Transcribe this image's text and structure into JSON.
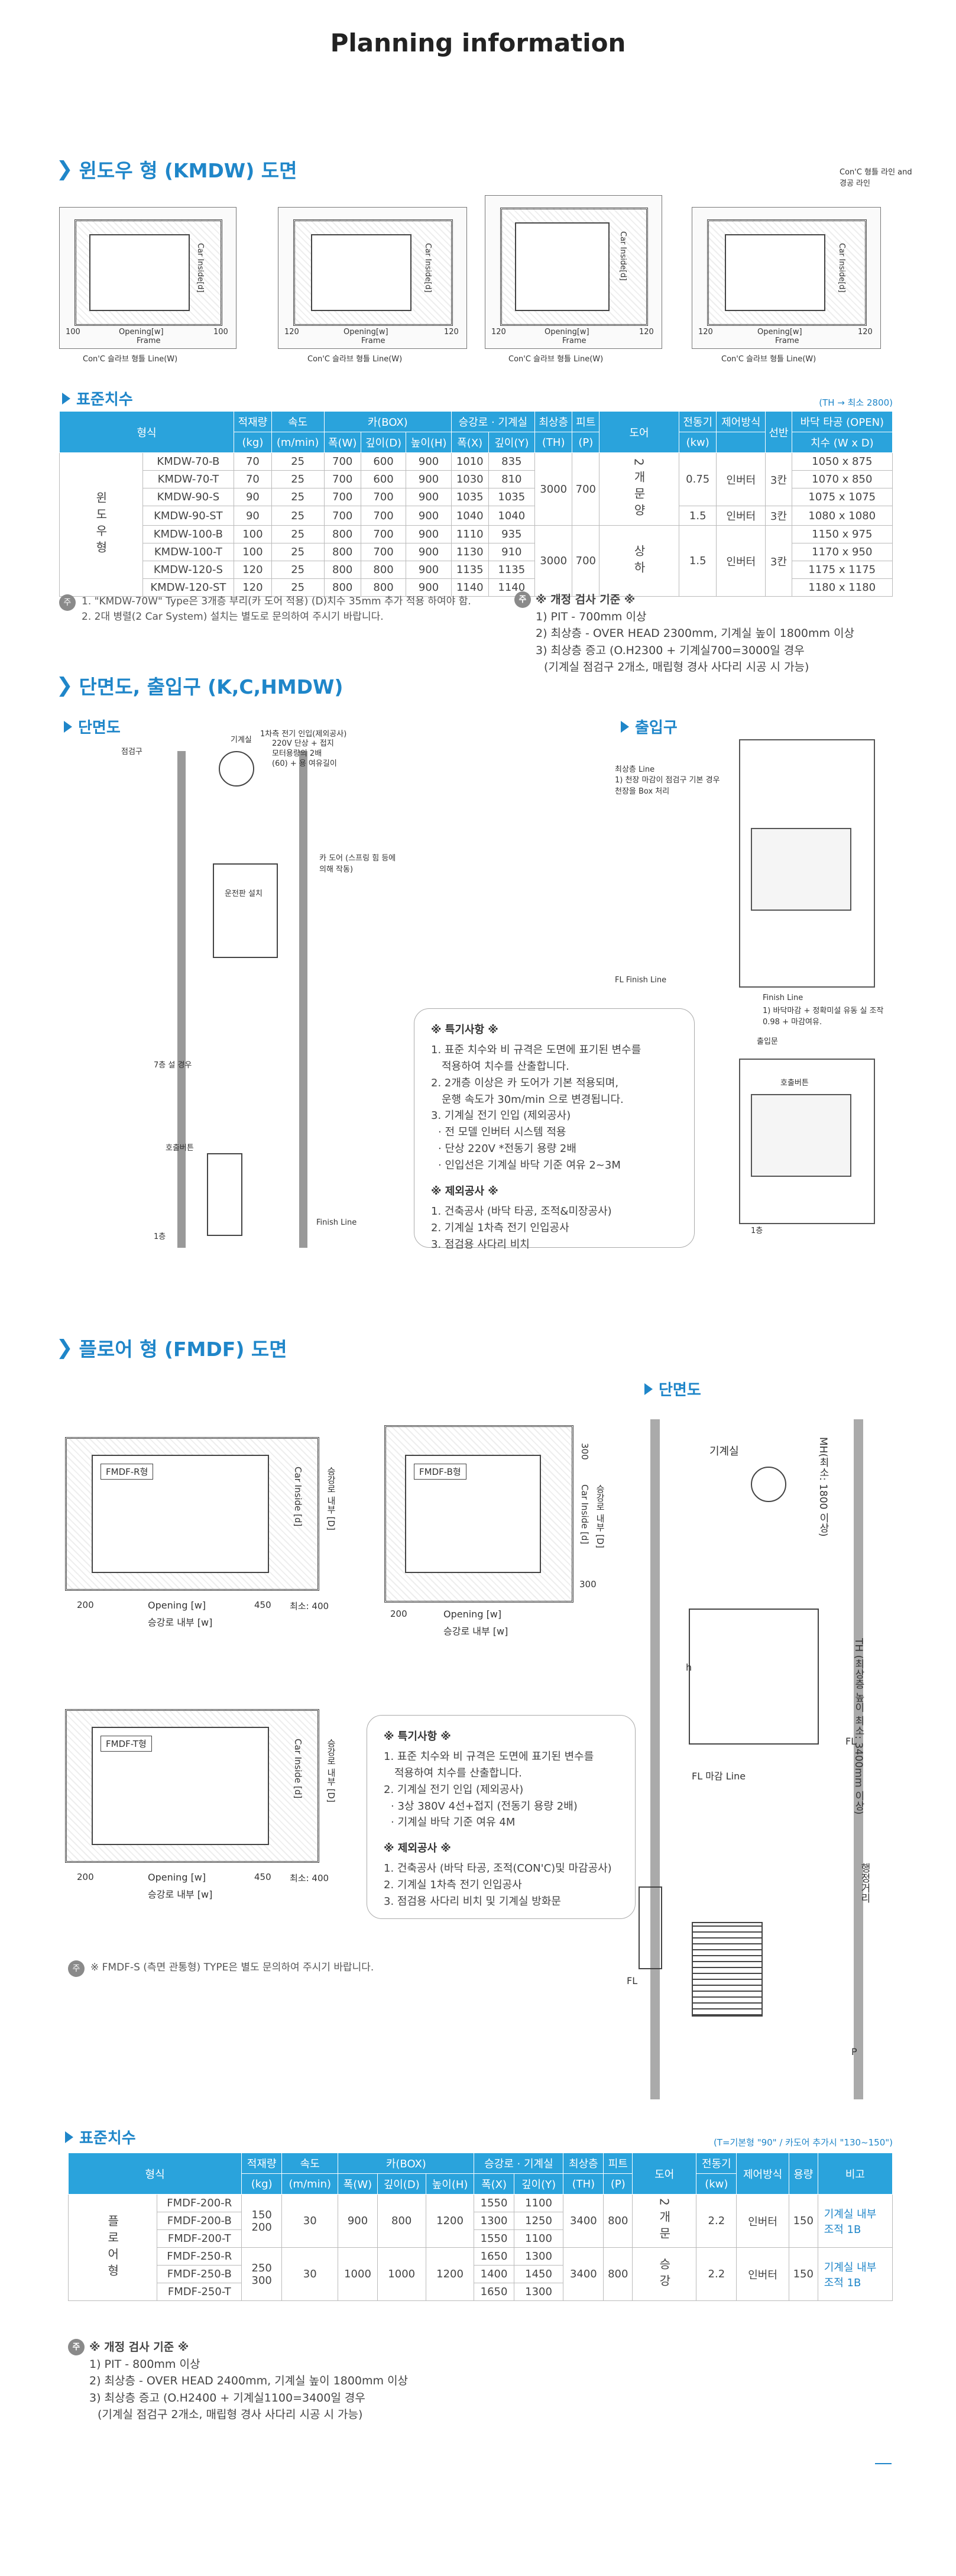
{
  "page_title": "Planning information",
  "kmdw": {
    "section_title": "윈도우 형 (KMDW) 도면",
    "drawings": [
      {
        "frame": "Frame",
        "line": "Con'C 슬라브 형틀 Line(W)",
        "opening": "Opening[w]",
        "dim_left": "100",
        "dim_right": "100",
        "inside": "Car Inside[d]"
      },
      {
        "frame": "Frame",
        "line": "Con'C 슬라브 형틀 Line(W)",
        "opening": "Opening[w]",
        "dim_left": "120",
        "dim_right": "120",
        "inside": "Car Inside[d]"
      },
      {
        "frame": "Frame",
        "line": "Con'C 슬라브 형틀 Line(W)",
        "opening": "Opening[w]",
        "dim_left": "120",
        "dim_right": "120",
        "inside": "Car Inside[d]"
      },
      {
        "frame": "Frame",
        "line": "Con'C 슬라브 형틀 Line(W)",
        "opening": "Opening[w]",
        "dim_left": "120",
        "dim_right": "120",
        "inside": "Car Inside[d]",
        "top_note": "Con'C 형틀 라인 and 경공 라인"
      }
    ],
    "table_title": "표준치수",
    "table_note": "(TH → 최소 2800)",
    "headers": {
      "type": "형식",
      "capacity": "적재량",
      "capacity_unit": "(kg)",
      "speed": "속도",
      "speed_unit": "(m/min)",
      "car": "카(BOX)",
      "car_w": "폭(W)",
      "car_d": "깊이(D)",
      "car_h": "높이(H)",
      "hoist": "승강로 · 기계실",
      "hoist_x": "폭(X)",
      "hoist_y": "깊이(Y)",
      "top": "최상층",
      "top_unit": "(TH)",
      "pit": "피트",
      "pit_unit": "(P)",
      "door": "도어",
      "motor": "전동기",
      "motor_unit": "(kw)",
      "control": "제어방식",
      "shelf": "선반",
      "opening": "바닥 타공 (OPEN)",
      "opening_unit": "치수 (W x D)"
    },
    "side_label": "윈도우형",
    "door_top": "2개문양",
    "door_bottom": "상하",
    "rows": [
      {
        "model": "KMDW-70-B",
        "cap": "70",
        "spd": "25",
        "w": "700",
        "d": "600",
        "h": "900",
        "x": "1010",
        "y": "835",
        "open": "1050 x 875"
      },
      {
        "model": "KMDW-70-T",
        "cap": "70",
        "spd": "25",
        "w": "700",
        "d": "600",
        "h": "900",
        "x": "1030",
        "y": "810",
        "open": "1070 x 850"
      },
      {
        "model": "KMDW-90-S",
        "cap": "90",
        "spd": "25",
        "w": "700",
        "d": "700",
        "h": "900",
        "x": "1035",
        "y": "1035",
        "open": "1075 x 1075"
      },
      {
        "model": "KMDW-90-ST",
        "cap": "90",
        "spd": "25",
        "w": "700",
        "d": "700",
        "h": "900",
        "x": "1040",
        "y": "1040",
        "open": "1080 x 1080"
      },
      {
        "model": "KMDW-100-B",
        "cap": "100",
        "spd": "25",
        "w": "800",
        "d": "700",
        "h": "900",
        "x": "1110",
        "y": "935",
        "open": "1150 x 975"
      },
      {
        "model": "KMDW-100-T",
        "cap": "100",
        "spd": "25",
        "w": "800",
        "d": "700",
        "h": "900",
        "x": "1130",
        "y": "910",
        "open": "1170 x 950"
      },
      {
        "model": "KMDW-120-S",
        "cap": "120",
        "spd": "25",
        "w": "800",
        "d": "800",
        "h": "900",
        "x": "1135",
        "y": "1135",
        "open": "1175 x 1175"
      },
      {
        "model": "KMDW-120-ST",
        "cap": "120",
        "spd": "25",
        "w": "800",
        "d": "800",
        "h": "900",
        "x": "1140",
        "y": "1140",
        "open": "1180 x 1180"
      }
    ],
    "group1": {
      "th": "3000",
      "pit": "700",
      "motor_a": "0.75",
      "control_a": "인버터",
      "shelf_a": "3칸",
      "motor_b": "1.5",
      "control_b": "인버터",
      "shelf_b": "3칸"
    },
    "group2": {
      "th": "3000",
      "pit": "700",
      "motor": "1.5",
      "control": "인버터",
      "shelf": "3칸"
    },
    "footnotes": [
      "1. \"KMDW-70W\" Type은 3개층 부리(카 도어 적용) (D)치수 35mm 추가 적용 하여야 함.",
      "2. 2대 병렬(2 Car System) 설치는 별도로 문의하여 주시기 바랍니다."
    ],
    "inspect_title": "※ 개정 검사 기준 ※",
    "inspect": [
      "1) PIT - 700mm 이상",
      "2) 최상층 - OVER HEAD 2300mm, 기계실 높이 1800mm 이상",
      "3) 최상층 증고 (O.H2300 + 기계실700=3000일 경우",
      "(기계실 점검구 2개소, 매립형 경사 사다리 시공 시 가능)"
    ]
  },
  "section2": {
    "section_title": "단면도, 출입구 (K,C,HMDW)",
    "left_title": "단면도",
    "right_title": "출입구",
    "labels": {
      "machine": "기계실",
      "inspection": "점검구",
      "fl_finish": "FL Finish Line",
      "finish_line": "Finish Line",
      "control_note": "1차측 전기 인입(제외공사)",
      "control_items": [
        "220V 단상 + 접지",
        "모터용량의 2배",
        "(60) + 용 여유길이"
      ],
      "door_note": "카 도어 (스프링 힘 등에 의해 작동)",
      "control_panel": "운전판 설치",
      "call_btn": "호출버튼",
      "seventh": "7층 설 경우",
      "first": "1층",
      "top_line": "최상층 Line",
      "top_note": "1) 천장 마감이 점검구 기본 경우 천장을 Box 처리",
      "ofw": "출입문",
      "finish_note": "1) 바닥마감 + 정확미설 유동 실 조작 0.98 + 마감여유."
    },
    "special_title": "※ 특기사항 ※",
    "special": [
      "1. 표준 치수와 비 규격은 도면에 표기된 변수를",
      "적용하여 치수를 산출합니다.",
      "2. 2개층 이상은 카 도어가 기본 적용되며,",
      "운행 속도가 30m/min 으로 변경됩니다.",
      "3. 기계실 전기 인입 (제외공사)",
      "· 전 모델 인버터 시스템 적용",
      "· 단상 220V *전동기 용량 2배",
      "· 인입선은 기계실 바닥 기준 여유 2~3M"
    ],
    "exclude_title": "※ 제외공사 ※",
    "exclude": [
      "1. 건축공사 (바닥 타공, 조적&미장공사)",
      "2. 기계실 1차측 전기 인입공사",
      "3. 점검용 사다리 비치"
    ]
  },
  "fmdf": {
    "section_title": "플로어 형 (FMDF) 도면",
    "sub_title": "단면도",
    "plan_labels": [
      {
        "name": "FMDF-R형",
        "opening": "Opening [w]",
        "inner": "승강로 내부 [w]",
        "d1": "200",
        "d2": "450",
        "d3": "최소: 400"
      },
      {
        "name": "FMDF-B형",
        "opening": "Opening [w]",
        "inner": "승강로 내부 [w]",
        "d1": "200",
        "d2": "300",
        "d3": "300"
      },
      {
        "name": "FMDF-T형",
        "opening": "Opening [w]",
        "inner": "승강로 내부 [w]",
        "d1": "200",
        "d2": "450",
        "d3": "최소: 400"
      }
    ],
    "car_inside": "Car Inside [d]",
    "inner_d": "승강로 내부 [D]",
    "special_title": "※ 특기사항 ※",
    "special": [
      "1. 표준 치수와 비 규격은 도면에 표기된 변수를",
      "적용하여 치수를 산출합니다.",
      "2. 기계실 전기 인입 (제외공사)",
      "· 3상 380V 4선+접지 (전동기 용량 2배)",
      "· 기계실 바닥 기준 여유 4M"
    ],
    "exclude_title": "※ 제외공사 ※",
    "exclude": [
      "1. 건축공사 (바닥 타공, 조적(CON'C)및 마감공사)",
      "2. 기계실 1차측 전기 인입공사",
      "3. 점검용 사다리 비치 및 기계실 방화문"
    ],
    "fmdf_note": "※ FMDF-S (측면 관통형) TYPE은 별도 문의하여 주시기 바랍니다.",
    "section_labels": {
      "machine": "기계실",
      "mh": "MH(최소: 1800 이상)",
      "th": "TH (최상층 높이 최소: 3400mm 이상)",
      "fl": "FL",
      "fl_line": "FL 마감 Line",
      "travel": "행정거리",
      "p": "P",
      "h": "h"
    },
    "table_title": "표준치수",
    "table_note": "(T=기본형 \"90\" / 카도어 추가시 \"130~150\")",
    "headers": {
      "type": "형식",
      "capacity": "적재량",
      "capacity_unit": "(kg)",
      "speed": "속도",
      "speed_unit": "(m/min)",
      "car": "카(BOX)",
      "car_w": "폭(W)",
      "car_d": "깊이(D)",
      "car_h": "높이(H)",
      "hoist": "승강로 · 기계실",
      "hoist_x": "폭(X)",
      "hoist_y": "깊이(Y)",
      "top": "최상층",
      "top_unit": "(TH)",
      "pit": "피트",
      "pit_unit": "(P)",
      "door": "도어",
      "motor": "전동기",
      "motor_unit": "(kw)",
      "control": "제어방식",
      "volume": "용량",
      "remark": "비고"
    },
    "side_label": "플로어형",
    "door_top": "2개문",
    "door_bottom": "승강",
    "group1": {
      "cap_top": "150",
      "cap_bot": "200",
      "spd": "30",
      "w": "900",
      "d": "800",
      "h": "1200",
      "th": "3400",
      "pit": "800",
      "motor": "2.2",
      "control": "인버터",
      "volume": "150",
      "remark": [
        "기계실 내부",
        "조적 1B"
      ]
    },
    "group2": {
      "cap_top": "250",
      "cap_bot": "300",
      "spd": "30",
      "w": "1000",
      "d": "1000",
      "h": "1200",
      "th": "3400",
      "pit": "800",
      "motor": "2.2",
      "control": "인버터",
      "volume": "150",
      "remark": [
        "기계실 내부",
        "조적 1B"
      ]
    },
    "rows": [
      {
        "model": "FMDF-200-R",
        "x": "1550",
        "y": "1100"
      },
      {
        "model": "FMDF-200-B",
        "x": "1300",
        "y": "1250"
      },
      {
        "model": "FMDF-200-T",
        "x": "1550",
        "y": "1100"
      },
      {
        "model": "FMDF-250-R",
        "x": "1650",
        "y": "1300"
      },
      {
        "model": "FMDF-250-B",
        "x": "1400",
        "y": "1450"
      },
      {
        "model": "FMDF-250-T",
        "x": "1650",
        "y": "1300"
      }
    ],
    "inspect_title": "※ 개정 검사 기준 ※",
    "inspect": [
      "1) PIT - 800mm 이상",
      "2) 최상층 - OVER HEAD 2400mm, 기계실 높이 1800mm 이상",
      "3) 최상층 증고 (O.H2400 + 기계실1100=3400일 경우",
      "(기계실 점검구 2개소, 매립형 경사 사다리 시공 시 가능)"
    ]
  },
  "colors": {
    "accent": "#1f86c9",
    "header": "#2aa3dc"
  },
  "icons": {
    "chevron": "chevron-right-icon",
    "triangle": "triangle-right-icon",
    "badge": "note-badge-icon"
  }
}
